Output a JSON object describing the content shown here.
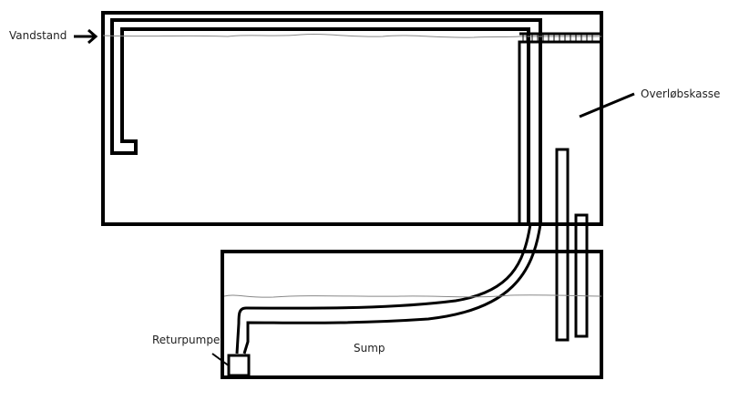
{
  "labels": {
    "water_level": "Vandstand",
    "overflow_box": "Overløbskasse",
    "return_pump": "Returpumpe",
    "sump": "Sump"
  },
  "colors": {
    "line": "#000000",
    "water": "#888888"
  }
}
